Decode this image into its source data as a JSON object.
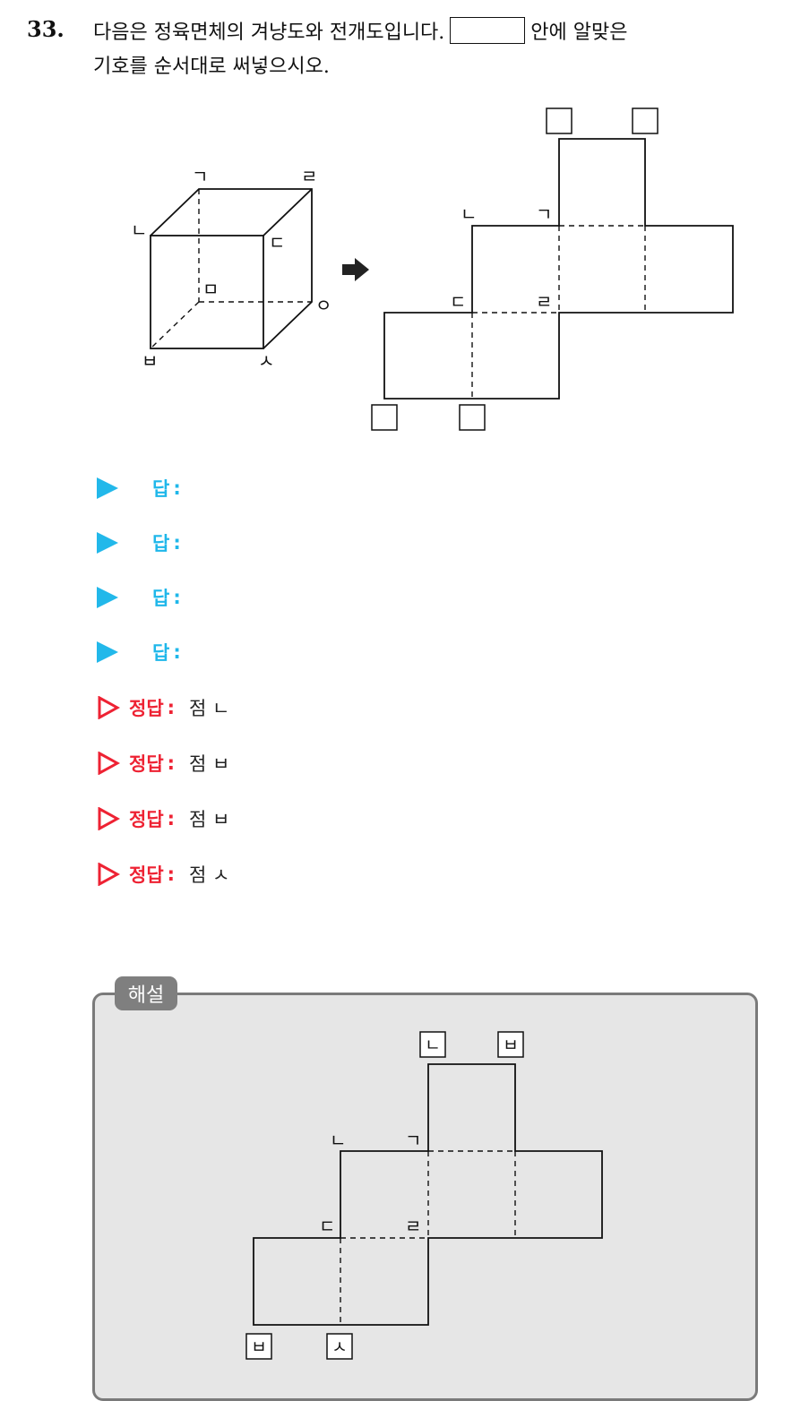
{
  "question": {
    "number": "33.",
    "line1_before": "다음은 정육면체의 겨냥도와 전개도입니다.",
    "line1_after": "안에 알맞은",
    "line2": "기호를 순서대로 써넣으시오."
  },
  "cube_labels": [
    "ㄱ",
    "ㄹ",
    "ㄴ",
    "ㄷ",
    "ㅁ",
    "ㅇ",
    "ㅂ",
    "ㅅ"
  ],
  "net_labels": [
    "ㄴ",
    "ㄱ",
    "ㄷ",
    "ㄹ"
  ],
  "answers": {
    "label": "답",
    "colon": ":",
    "count": 4
  },
  "correct": {
    "label": "정답",
    "colon": ":",
    "items": [
      "점 ㄴ",
      "점 ㅂ",
      "점 ㅂ",
      "점 ㅅ"
    ]
  },
  "explanation": {
    "tag": "해설",
    "net_labels": [
      "ㄴ",
      "ㄱ",
      "ㄷ",
      "ㄹ"
    ],
    "filled_boxes": [
      "ㄴ",
      "ㅂ",
      "ㅂ",
      "ㅅ"
    ]
  },
  "colors": {
    "answer_accent": "#1fb7ea",
    "correct_accent": "#ee2233",
    "panel_bg": "#e6e6e6",
    "panel_border": "#7a7a7a"
  }
}
